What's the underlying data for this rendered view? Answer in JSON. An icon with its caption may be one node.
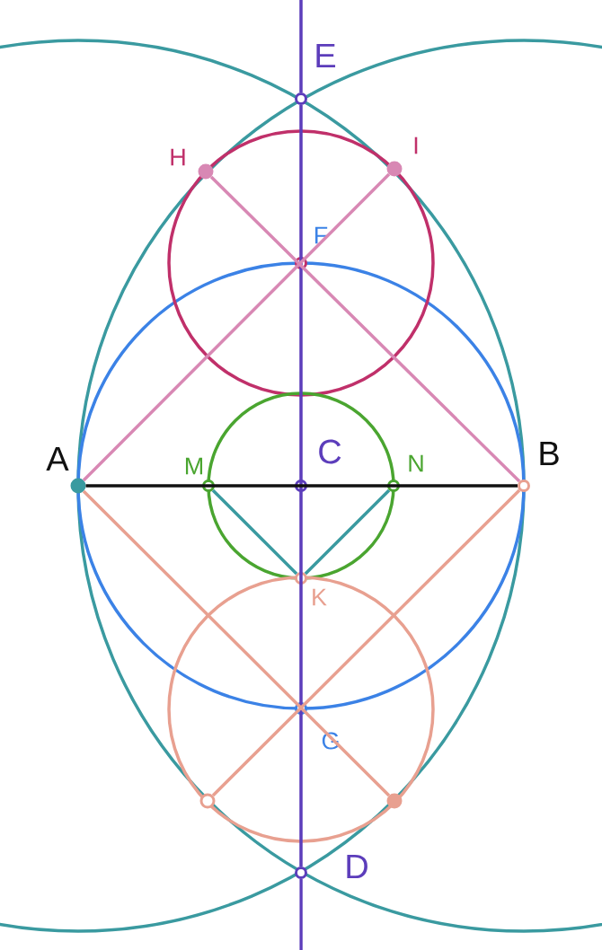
{
  "diagram": {
    "nodes": [
      {
        "text": [
          "E"
        ]
      },
      {
        "text": [
          "H"
        ]
      },
      {
        "text": [
          "I"
        ]
      },
      {
        "text": [
          "F"
        ]
      },
      {
        "text": [
          "A"
        ]
      },
      {
        "text": [
          "M"
        ]
      },
      {
        "text": [
          "C"
        ]
      },
      {
        "text": [
          "N"
        ]
      },
      {
        "text": [
          "B"
        ]
      },
      {
        "text": [
          "K"
        ]
      },
      {
        "text": [
          "G"
        ]
      },
      {
        "text": [],
        "shape": "circle"
      },
      {
        "text": [],
        "shape": "circle"
      },
      {
        "text": [
          "D"
        ]
      }
    ],
    "edges": [
      {
        "from": 0,
        "to": 13,
        "arrow": "none",
        "color": "#5c3dbb"
      },
      {
        "from": 4,
        "to": 8,
        "arrow": "none",
        "color": "#111111"
      },
      {
        "from": 4,
        "to": 2,
        "arrow": "none",
        "color": "#d888b4"
      },
      {
        "from": 8,
        "to": 1,
        "arrow": "none",
        "color": "#d888b4"
      },
      {
        "from": 5,
        "to": 9,
        "arrow": "none",
        "color": "#3a9aa0"
      },
      {
        "from": 7,
        "to": 9,
        "arrow": "none",
        "color": "#3a9aa0"
      },
      {
        "from": 4,
        "to": 12,
        "arrow": "none",
        "color": "#e8a090"
      },
      {
        "from": 8,
        "to": 11,
        "arrow": "none",
        "color": "#e8a090"
      }
    ]
  }
}
